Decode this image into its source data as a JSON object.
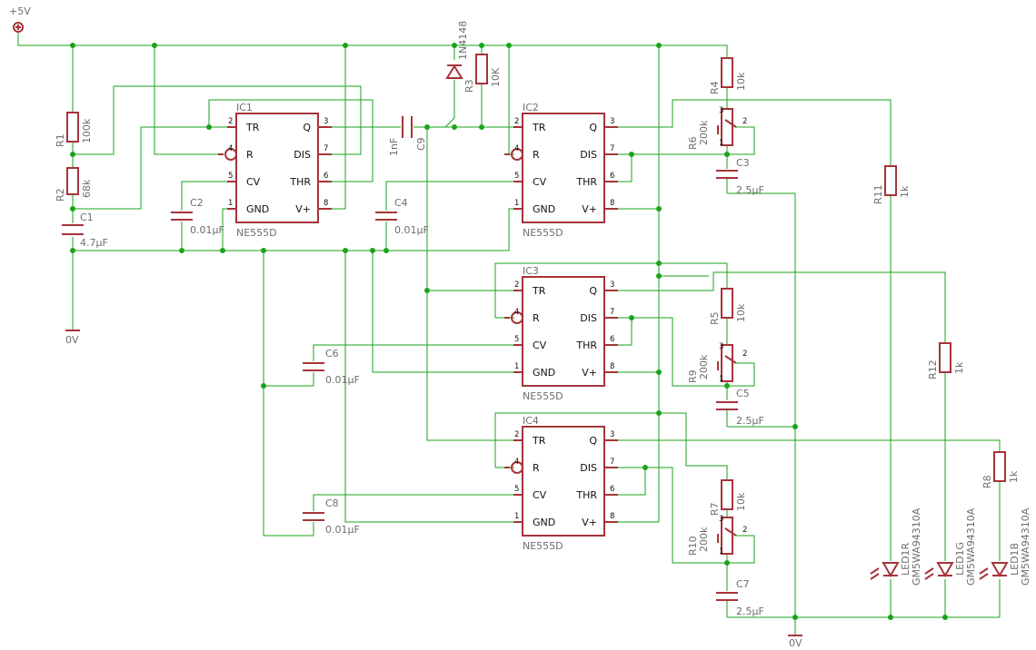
{
  "power": {
    "vcc": "+5V",
    "gnd_left": "0V",
    "gnd_right": "0V"
  },
  "ic_pins": [
    "TR",
    "Q",
    "R",
    "DIS",
    "CV",
    "THR",
    "GND",
    "V+"
  ],
  "ics": [
    {
      "name": "IC1",
      "value": "NE555D"
    },
    {
      "name": "IC2",
      "value": "NE555D"
    },
    {
      "name": "IC3",
      "value": "NE555D"
    },
    {
      "name": "IC4",
      "value": "NE555D"
    }
  ],
  "resistors": {
    "R1": {
      "name": "R1",
      "value": "100k"
    },
    "R2": {
      "name": "R2",
      "value": "68k"
    },
    "R3": {
      "name": "R3",
      "value": "10K"
    },
    "R4": {
      "name": "R4",
      "value": "10k"
    },
    "R5": {
      "name": "R5",
      "value": "10k"
    },
    "R7": {
      "name": "R7",
      "value": "10k"
    },
    "R8": {
      "name": "R8",
      "value": "1k"
    },
    "R11": {
      "name": "R11",
      "value": "1k"
    },
    "R12": {
      "name": "R12",
      "value": "1k"
    }
  },
  "pots": {
    "R6": {
      "name": "R6",
      "value": "200k"
    },
    "R9": {
      "name": "R9",
      "value": "200k"
    },
    "R10": {
      "name": "R10",
      "value": "200k"
    }
  },
  "caps": {
    "C1": {
      "name": "C1",
      "value": "4.7µF"
    },
    "C2": {
      "name": "C2",
      "value": "0.01µF"
    },
    "C3": {
      "name": "C3",
      "value": "2.5µF"
    },
    "C4": {
      "name": "C4",
      "value": "0.01µF"
    },
    "C5": {
      "name": "C5",
      "value": "2.5µF"
    },
    "C6": {
      "name": "C6",
      "value": "0.01µF"
    },
    "C7": {
      "name": "C7",
      "value": "2.5µF"
    },
    "C8": {
      "name": "C8",
      "value": "0.01µF"
    },
    "C9": {
      "name": "C9",
      "value": "1nF"
    }
  },
  "diode": {
    "name": "1N4148"
  },
  "leds": [
    {
      "name": "LED1R",
      "value": "GM5WA94310A"
    },
    {
      "name": "LED1G",
      "value": "GM5WA94310A"
    },
    {
      "name": "LED1B",
      "value": "GM5WA94310A"
    }
  ]
}
